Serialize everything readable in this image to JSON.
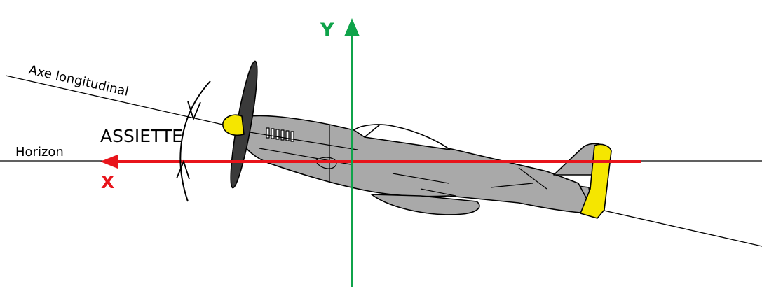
{
  "labels": {
    "axe_longitudinal": "Axe longitudinal",
    "horizon": "Horizon",
    "assiette": "ASSIETTE",
    "x_axis": "X",
    "y_axis": "Y"
  },
  "colors": {
    "x_axis": "#e8141b",
    "y_axis": "#0fa34a",
    "fuselage": "#a9a9a9",
    "spinner": "#f5e600",
    "outline": "#000000",
    "propeller": "#3a3a3a",
    "canopy": "#ffffff"
  },
  "pitch_angle_deg": 12
}
